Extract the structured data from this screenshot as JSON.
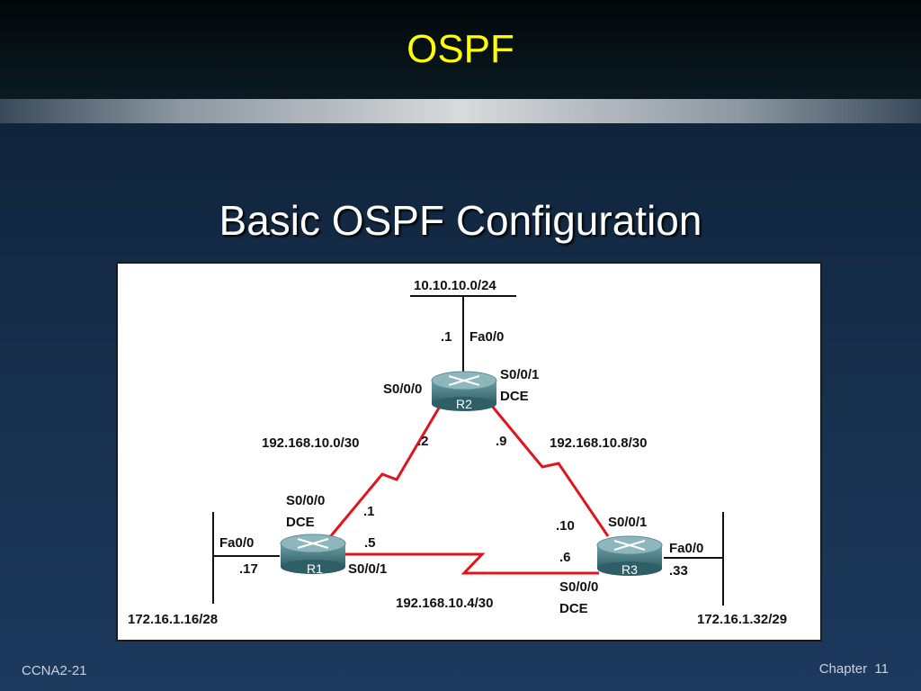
{
  "header": {
    "title": "OSPF"
  },
  "slide": {
    "title": "Basic OSPF Configuration"
  },
  "footer": {
    "left": "CCNA2-21",
    "chapter_label": "Chapter",
    "page": "11"
  },
  "diagram": {
    "routers": {
      "r1": "R1",
      "r2": "R2",
      "r3": "R3"
    },
    "labels": {
      "lan_r2": "10.10.10.0/24",
      "r2_fa_ip": ".1",
      "r2_fa": "Fa0/0",
      "r2_s000": "S0/0/0",
      "r2_s001": "S0/0/1",
      "r2_dce": "DCE",
      "net_r1_r2": "192.168.10.0/30",
      "r2_left_ip": ".2",
      "r2_right_ip": ".9",
      "net_r2_r3": "192.168.10.8/30",
      "r1_s000": "S0/0/0",
      "r1_dce": "DCE",
      "r1_s000_ip": ".1",
      "r1_fa": "Fa0/0",
      "r1_s001_ip": ".5",
      "r1_fa_ip": ".17",
      "r1_s001": "S0/0/1",
      "lan_r1": "172.16.1.16/28",
      "net_r1_r3": "192.168.10.4/30",
      "r3_s001_ip": ".10",
      "r3_s001": "S0/0/1",
      "r3_s000_ip": ".6",
      "r3_fa": "Fa0/0",
      "r3_fa_ip": ".33",
      "r3_s000": "S0/0/0",
      "r3_dce": "DCE",
      "lan_r3": "172.16.1.32/29"
    }
  }
}
